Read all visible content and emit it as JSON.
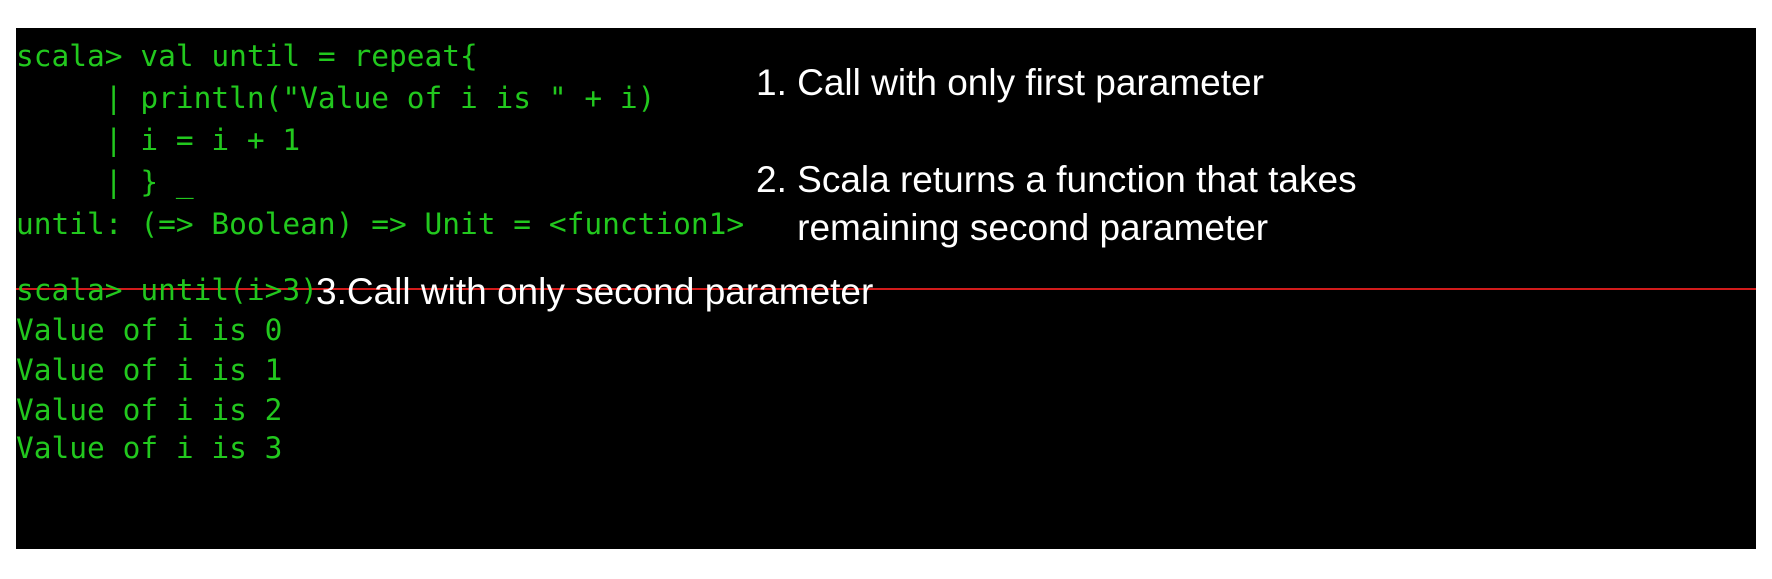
{
  "terminal": {
    "upper_lines": [
      "scala> val until = repeat{",
      "     | println(\"Value of i is \" + i)",
      "     | i = i + 1",
      "     | } _",
      "until: (=> Boolean) => Unit = <function1>"
    ],
    "lower_prompt": "scala> until(i>3)",
    "output_lines": [
      "Value of i is 0",
      "Value of i is 1",
      "Value of i is 2",
      "Value of i is 3"
    ]
  },
  "annotations": {
    "step1": "1. Call with only first parameter",
    "step2_line1": "2. Scala returns a function that takes",
    "step2_line2": "    remaining second parameter",
    "step3": "3.Call with only second parameter"
  },
  "colors": {
    "terminal_background": "#000000",
    "code_text": "#22c81e",
    "annotation_text": "#ffffff",
    "divider": "#d21b1b"
  }
}
